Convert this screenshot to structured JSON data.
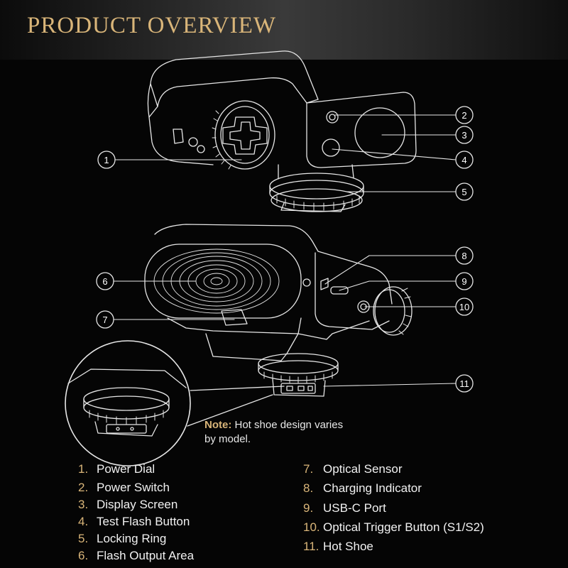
{
  "title": "PRODUCT OVERVIEW",
  "note": {
    "label": "Note:",
    "text": " Hot shoe design varies by model."
  },
  "callouts": [
    "1",
    "2",
    "3",
    "4",
    "5",
    "6",
    "7",
    "8",
    "9",
    "10",
    "11"
  ],
  "legend": [
    {
      "num": "1.",
      "label": "Power Dial"
    },
    {
      "num": "2.",
      "label": "Power Switch"
    },
    {
      "num": "3.",
      "label": "Display Screen"
    },
    {
      "num": "4.",
      "label": "Test Flash Button"
    },
    {
      "num": "5.",
      "label": "Locking Ring"
    },
    {
      "num": "6.",
      "label": "Flash Output Area"
    },
    {
      "num": "7.",
      "label": "Optical Sensor"
    },
    {
      "num": "8.",
      "label": "Charging Indicator"
    },
    {
      "num": "9.",
      "label": "USB-C Port"
    },
    {
      "num": "10.",
      "label": "Optical Trigger Button (S1/S2)"
    },
    {
      "num": "11.",
      "label": "Hot Shoe"
    }
  ],
  "colors": {
    "accent": "#d9b579",
    "line": "#e6e6e6",
    "background": "#050505"
  }
}
